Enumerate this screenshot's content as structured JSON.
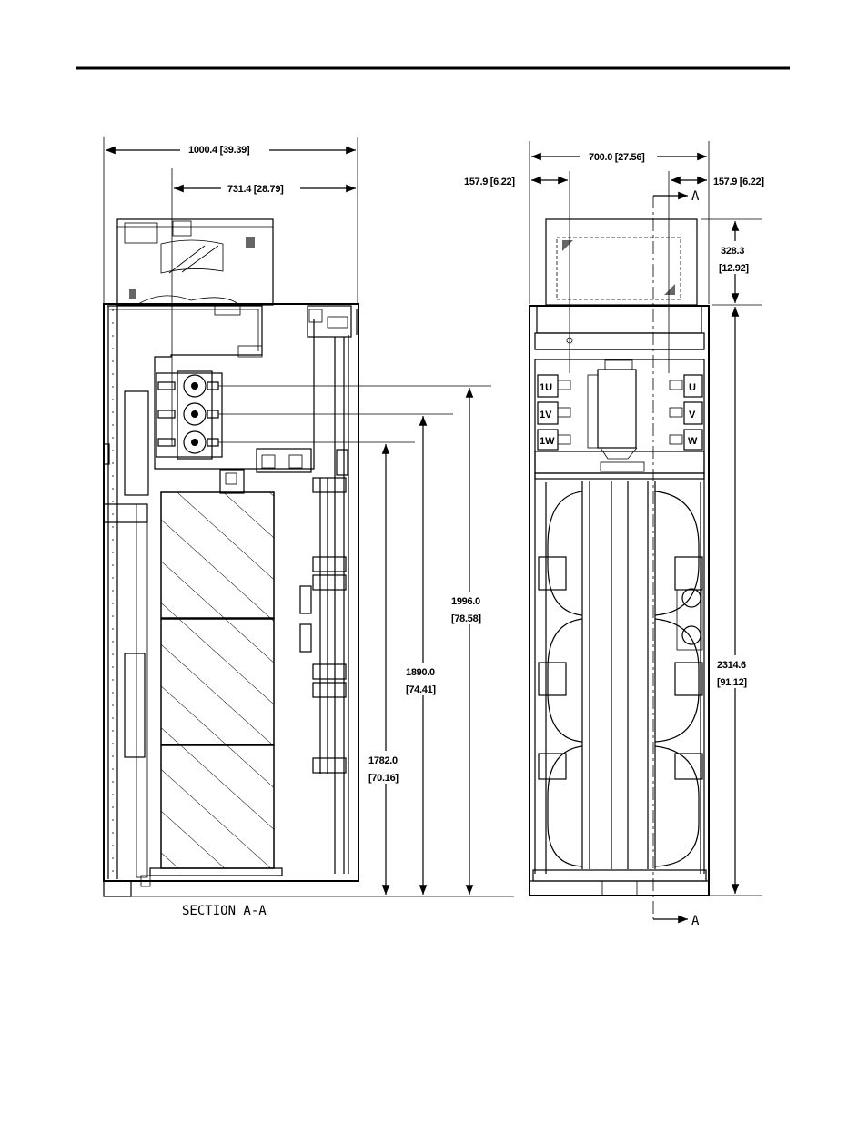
{
  "front_view": {
    "dims": {
      "overall_width": "1000.4 [39.39]",
      "inner_width": "731.4 [28.79]",
      "height_top_terminal": "1996.0",
      "height_top_terminal_in": "[78.58]",
      "height_mid_terminal": "1890.0",
      "height_mid_terminal_in": "[74.41]",
      "height_low_terminal": "1782.0",
      "height_low_terminal_in": "[70.16]"
    },
    "caption": "SECTION  A-A"
  },
  "side_view": {
    "dims": {
      "overall_width": "700.0 [27.56]",
      "left_offset": "157.9 [6.22]",
      "right_offset": "157.9 [6.22]",
      "top_box_height": "328.3",
      "top_box_height_in": "[12.92]",
      "overall_height": "2314.6",
      "overall_height_in": "[91.12]"
    },
    "section_marker": "A",
    "terminals_left": [
      "1U",
      "1V",
      "1W"
    ],
    "terminals_right": [
      "U",
      "V",
      "W"
    ]
  }
}
